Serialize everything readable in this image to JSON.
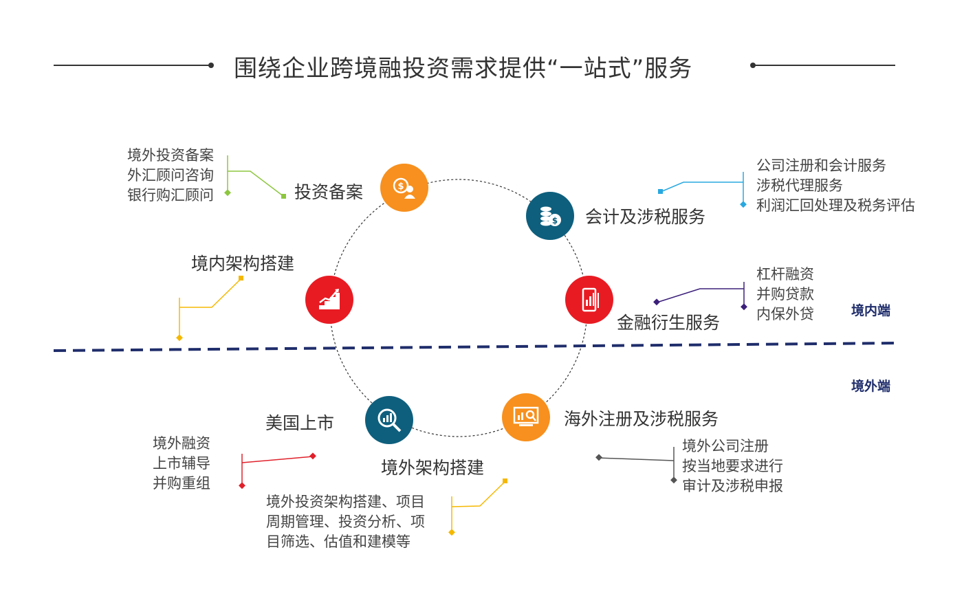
{
  "title": "围绕企业跨境融投资需求提供“一站式”服务",
  "zones": {
    "domestic": "境内端",
    "overseas": "境外端"
  },
  "colors": {
    "orange": "#f7901e",
    "teal": "#0e5f7d",
    "red": "#e81b23",
    "navy": "#1f2d6b",
    "green": "#8dc63f",
    "blue": "#29a8e0",
    "purple": "#3b1f7a",
    "yellow": "#f5b800",
    "darkred": "#e0202a",
    "gray": "#555555"
  },
  "nodes": {
    "investment_filing": {
      "label": "投资备案",
      "icon": "money-person-icon"
    },
    "accounting_tax": {
      "label": "会计及涉税服务",
      "icon": "coins-dollar-icon"
    },
    "financial_derivatives": {
      "label": "金融衍生服务",
      "icon": "mobile-chart-icon"
    },
    "domestic_structure": {
      "label": "境内架构搭建",
      "icon": "growth-steps-icon"
    },
    "us_listing": {
      "label": "美国上市",
      "icon": "magnifier-chart-icon"
    },
    "overseas_structure": {
      "label": "境外架构搭建"
    },
    "overseas_registration": {
      "label": "海外注册及涉税服务",
      "icon": "monitor-search-icon"
    }
  },
  "notes": {
    "investment_filing": [
      "境外投资备案",
      "外汇顾问咨询",
      "银行购汇顾问"
    ],
    "accounting_tax": [
      "公司注册和会计服务",
      "涉税代理服务",
      "利润汇回处理及税务评估"
    ],
    "financial_derivatives": [
      "杠杆融资",
      "并购贷款",
      "内保外贷"
    ],
    "us_listing": [
      "境外融资",
      "上市辅导",
      "并购重组"
    ],
    "overseas_structure": [
      "境外投资架构搭建、项目",
      "周期管理、投资分析、项",
      "目筛选、估值和建模等"
    ],
    "overseas_registration": [
      "境外公司注册",
      "按当地要求进行",
      "审计及涉税申报"
    ]
  }
}
